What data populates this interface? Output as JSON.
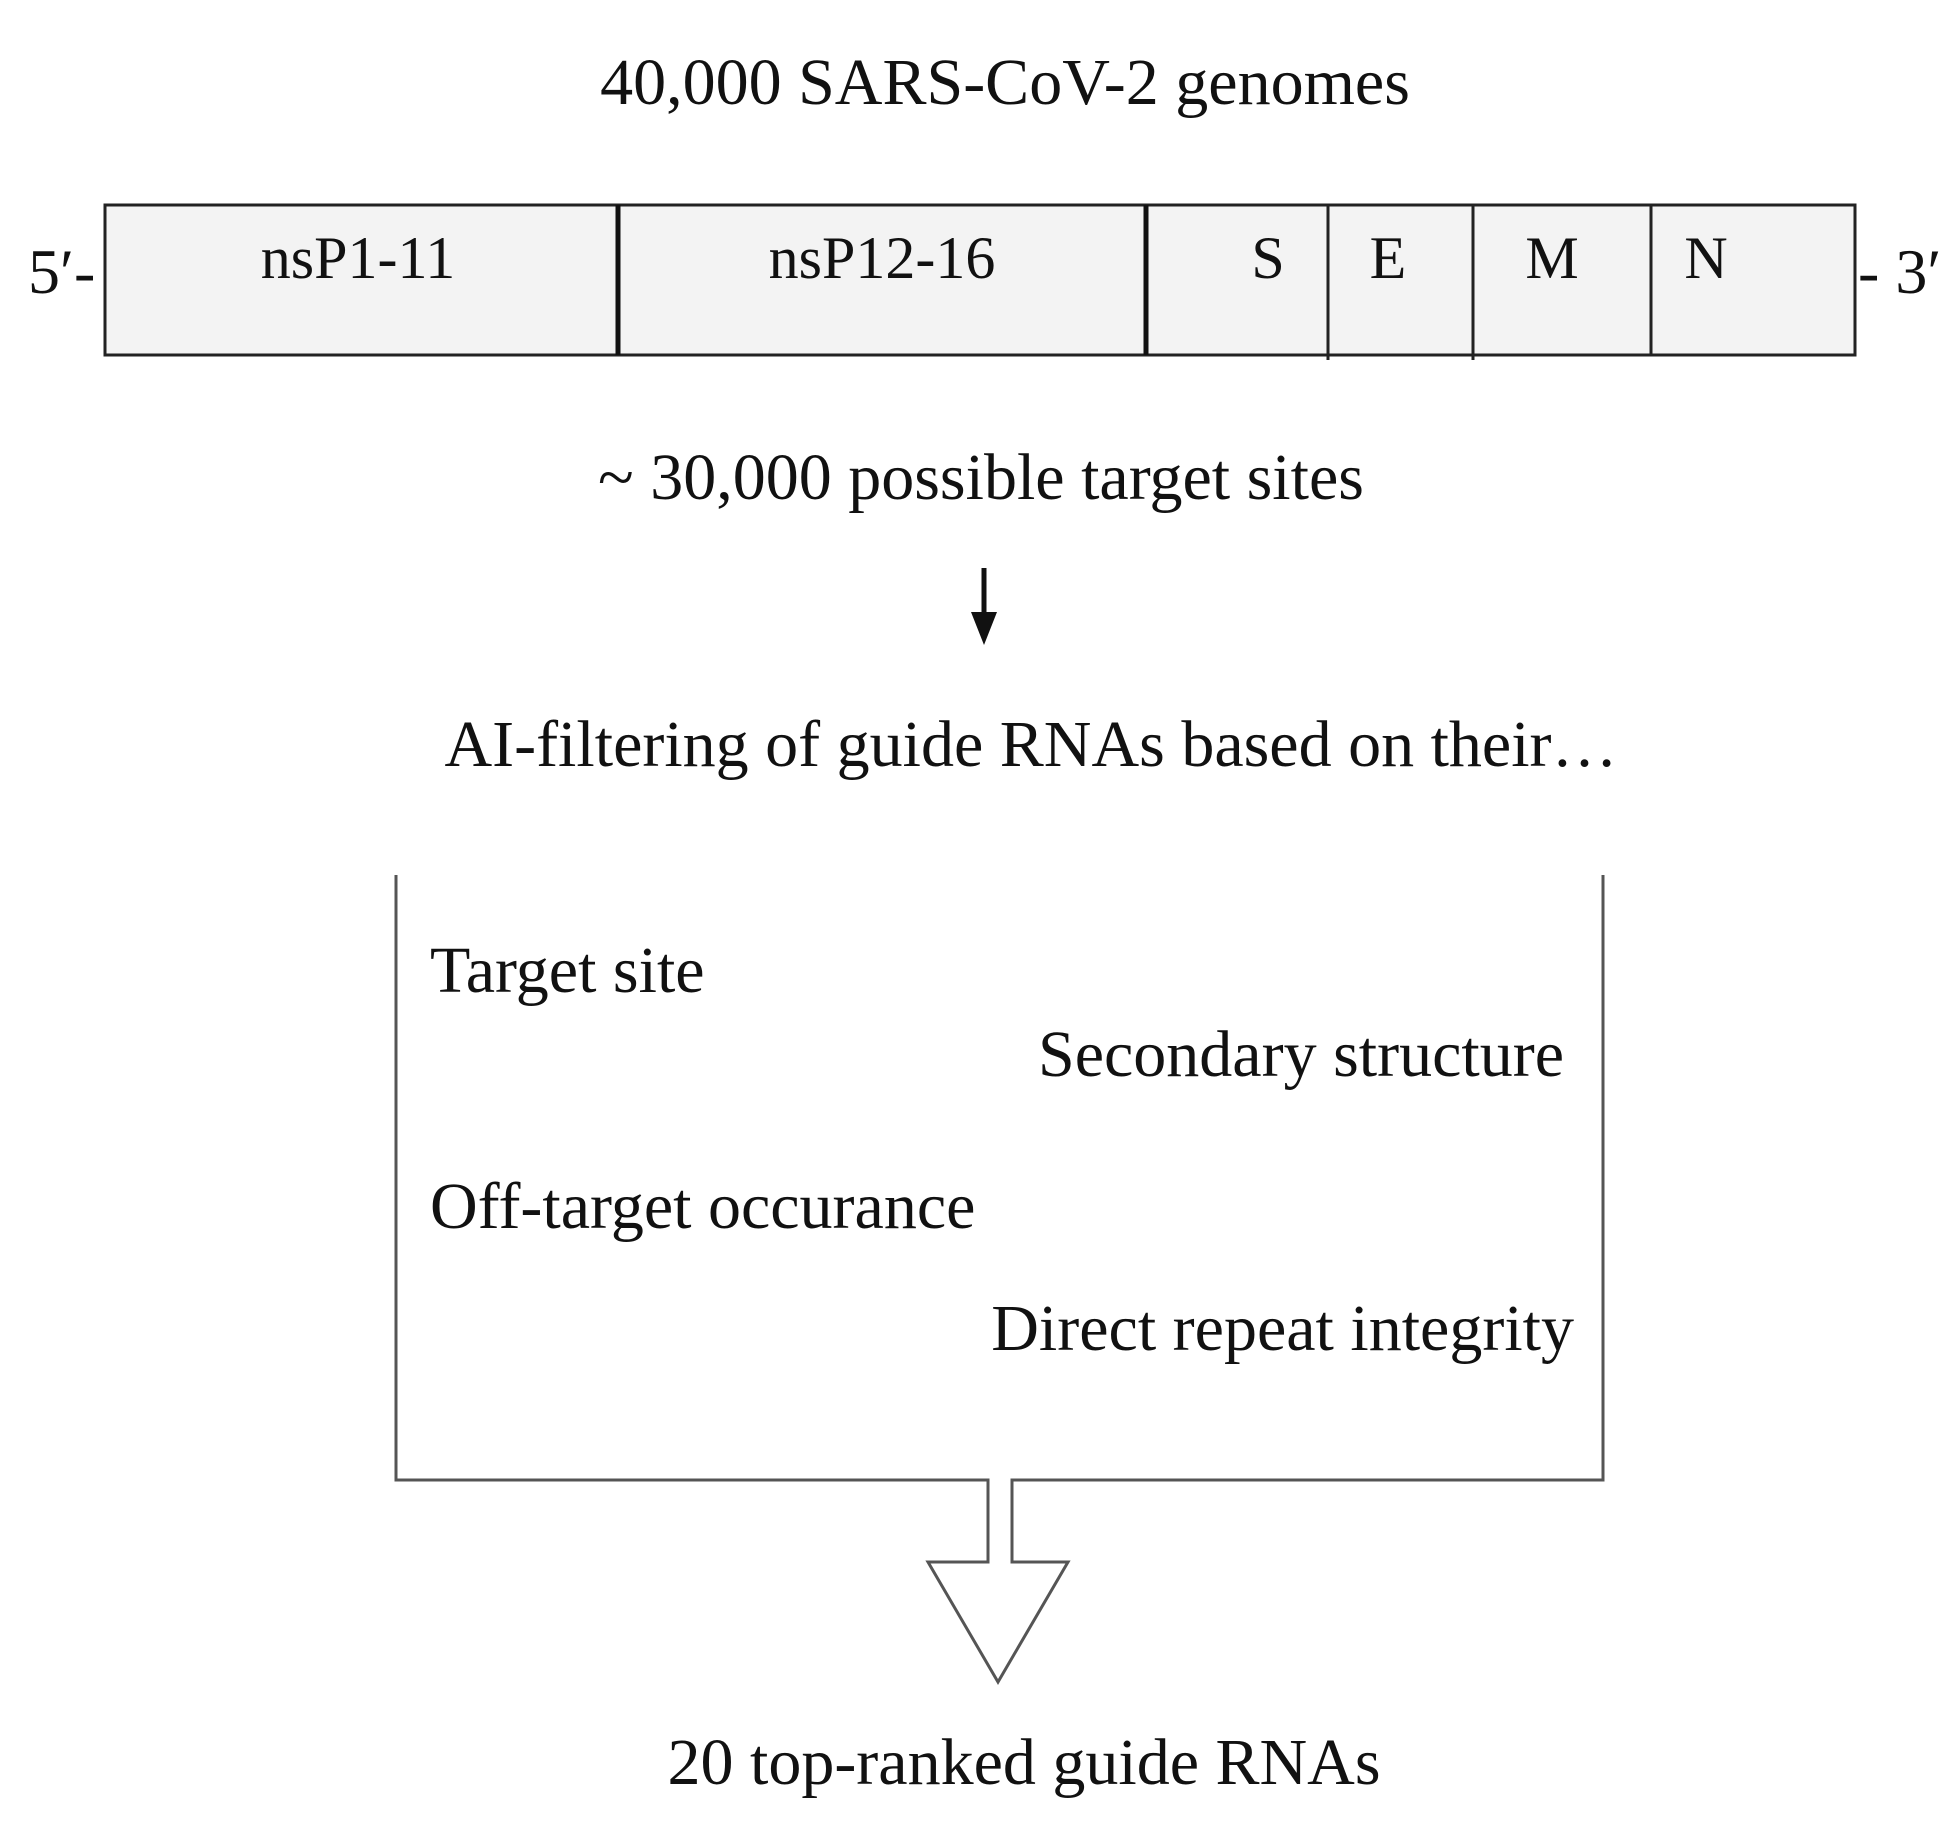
{
  "title": "40,000 SARS-CoV-2 genomes",
  "genome": {
    "five_prime": "5′-",
    "three_prime": "- 3′",
    "segments": [
      "nsP1-11",
      "nsP12-16",
      "S",
      "E",
      "M",
      "N"
    ]
  },
  "sites_text": "~ 30,000 possible target sites",
  "filter_heading": "AI-filtering of guide RNAs based on their…",
  "criteria": [
    "Target site",
    "Secondary structure",
    "Off-target occurance",
    "Direct repeat integrity"
  ],
  "result_text": "20 top-ranked guide RNAs"
}
